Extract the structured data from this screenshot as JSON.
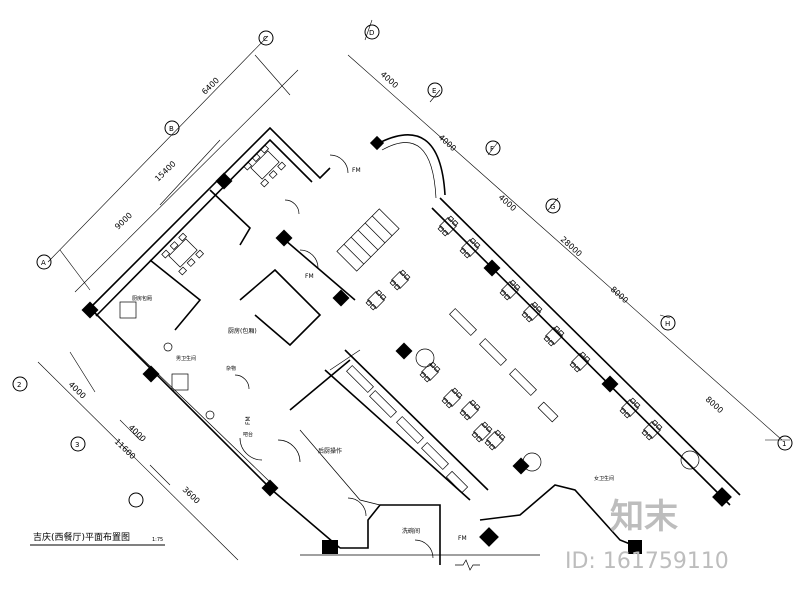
{
  "title": "吉庆(西餐厅)平面布置图",
  "scale": "1:75",
  "dimensions_left": [
    "6400",
    "15400",
    "9000"
  ],
  "dimensions_right": [
    "4000",
    "4000",
    "4000",
    "28000",
    "8000",
    "8000"
  ],
  "dimensions_bottom": [
    "4000",
    "11600",
    "4000",
    "3600"
  ],
  "axis_labels": [
    "C",
    "B",
    "A",
    "D",
    "E",
    "F",
    "G",
    "H",
    "1",
    "2",
    "3"
  ],
  "rooms": {
    "room_a": "厨房包厢",
    "room_b": "男卫生间",
    "room_c": "女卫生间",
    "store": "杂物",
    "hall": "厨房(包厢)",
    "bar": "吧台",
    "kitchen": "后厨操作",
    "wash": "洗碗间"
  },
  "door_tags": [
    "FM",
    "FM",
    "FM",
    "FM"
  ],
  "watermark": {
    "logo": "知末",
    "id": "ID: 161759110"
  }
}
